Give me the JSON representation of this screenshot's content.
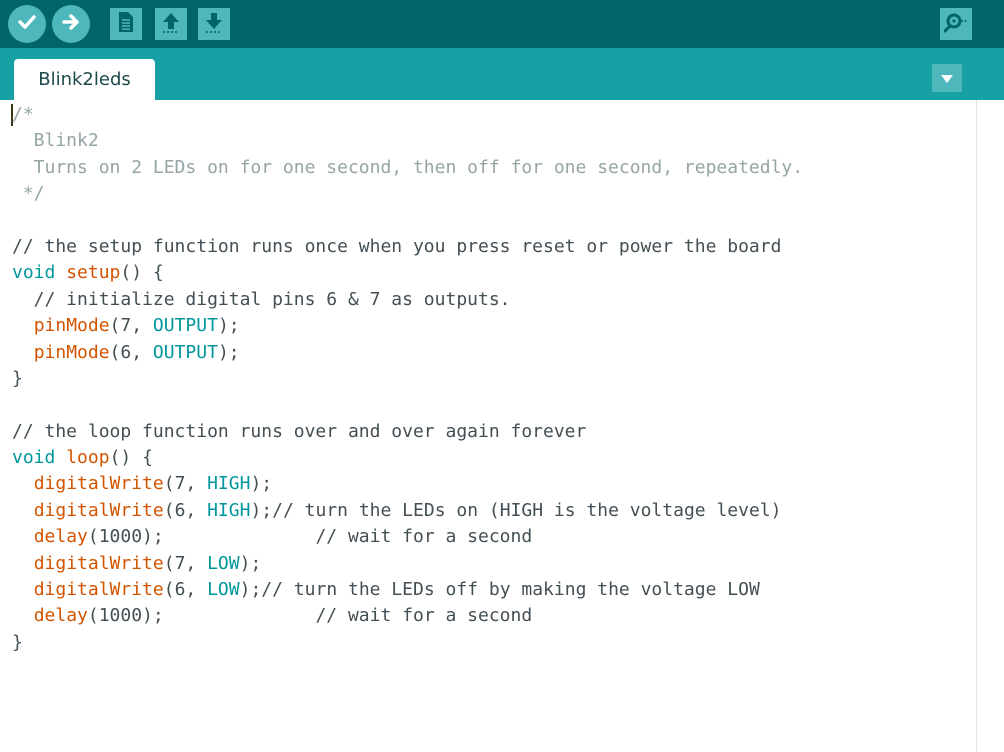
{
  "window": {
    "accent": "#006468",
    "tab_strip_color": "#17a1a5",
    "button_color": "#4db7bb"
  },
  "toolbar": {
    "buttons": [
      {
        "icon": "check-icon"
      },
      {
        "icon": "arrow-right-icon"
      },
      {
        "icon": "new-file-icon"
      },
      {
        "icon": "upload-arrow-icon"
      },
      {
        "icon": "download-arrow-icon"
      }
    ],
    "right_icon": "serial-monitor-icon"
  },
  "tabs": [
    {
      "label": "Blink2leds",
      "active": true
    }
  ],
  "editor": {
    "lines": [
      [
        {
          "t": "/*",
          "c": "cm"
        }
      ],
      [
        {
          "t": "  Blink2",
          "c": "cm"
        }
      ],
      [
        {
          "t": "  Turns on 2 LEDs on for one second, then off for one second, repeatedly.",
          "c": "cm"
        }
      ],
      [
        {
          "t": " */",
          "c": "cm"
        }
      ],
      [
        {
          "t": "",
          "c": ""
        }
      ],
      [
        {
          "t": "// the setup function runs once when you press reset or power the board",
          "c": "lc"
        }
      ],
      [
        {
          "t": "void",
          "c": "kw"
        },
        {
          "t": " ",
          "c": ""
        },
        {
          "t": "setup",
          "c": "fn"
        },
        {
          "t": "() {",
          "c": ""
        }
      ],
      [
        {
          "t": "  // initialize digital pins 6 & 7 as outputs.",
          "c": "lc"
        }
      ],
      [
        {
          "t": "  ",
          "c": ""
        },
        {
          "t": "pinMode",
          "c": "fn"
        },
        {
          "t": "(7, ",
          "c": ""
        },
        {
          "t": "OUTPUT",
          "c": "cst"
        },
        {
          "t": ");",
          "c": ""
        }
      ],
      [
        {
          "t": "  ",
          "c": ""
        },
        {
          "t": "pinMode",
          "c": "fn"
        },
        {
          "t": "(6, ",
          "c": ""
        },
        {
          "t": "OUTPUT",
          "c": "cst"
        },
        {
          "t": ");",
          "c": ""
        }
      ],
      [
        {
          "t": "}",
          "c": ""
        }
      ],
      [
        {
          "t": "",
          "c": ""
        }
      ],
      [
        {
          "t": "// the loop function runs over and over again forever",
          "c": "lc"
        }
      ],
      [
        {
          "t": "void",
          "c": "kw"
        },
        {
          "t": " ",
          "c": ""
        },
        {
          "t": "loop",
          "c": "fn"
        },
        {
          "t": "() {",
          "c": ""
        }
      ],
      [
        {
          "t": "  ",
          "c": ""
        },
        {
          "t": "digitalWrite",
          "c": "fn"
        },
        {
          "t": "(7, ",
          "c": ""
        },
        {
          "t": "HIGH",
          "c": "cst"
        },
        {
          "t": ");",
          "c": ""
        }
      ],
      [
        {
          "t": "  ",
          "c": ""
        },
        {
          "t": "digitalWrite",
          "c": "fn"
        },
        {
          "t": "(6, ",
          "c": ""
        },
        {
          "t": "HIGH",
          "c": "cst"
        },
        {
          "t": ");",
          "c": ""
        },
        {
          "t": "// turn the LEDs on (HIGH is the voltage level)",
          "c": "lc"
        }
      ],
      [
        {
          "t": "  ",
          "c": ""
        },
        {
          "t": "delay",
          "c": "fn"
        },
        {
          "t": "(1000);              ",
          "c": ""
        },
        {
          "t": "// wait for a second",
          "c": "lc"
        }
      ],
      [
        {
          "t": "  ",
          "c": ""
        },
        {
          "t": "digitalWrite",
          "c": "fn"
        },
        {
          "t": "(7, ",
          "c": ""
        },
        {
          "t": "LOW",
          "c": "cst"
        },
        {
          "t": ");",
          "c": ""
        }
      ],
      [
        {
          "t": "  ",
          "c": ""
        },
        {
          "t": "digitalWrite",
          "c": "fn"
        },
        {
          "t": "(6, ",
          "c": ""
        },
        {
          "t": "LOW",
          "c": "cst"
        },
        {
          "t": ");",
          "c": ""
        },
        {
          "t": "// turn the LEDs off by making the voltage LOW",
          "c": "lc"
        }
      ],
      [
        {
          "t": "  ",
          "c": ""
        },
        {
          "t": "delay",
          "c": "fn"
        },
        {
          "t": "(1000);              ",
          "c": ""
        },
        {
          "t": "// wait for a second",
          "c": "lc"
        }
      ],
      [
        {
          "t": "}",
          "c": ""
        }
      ]
    ]
  }
}
